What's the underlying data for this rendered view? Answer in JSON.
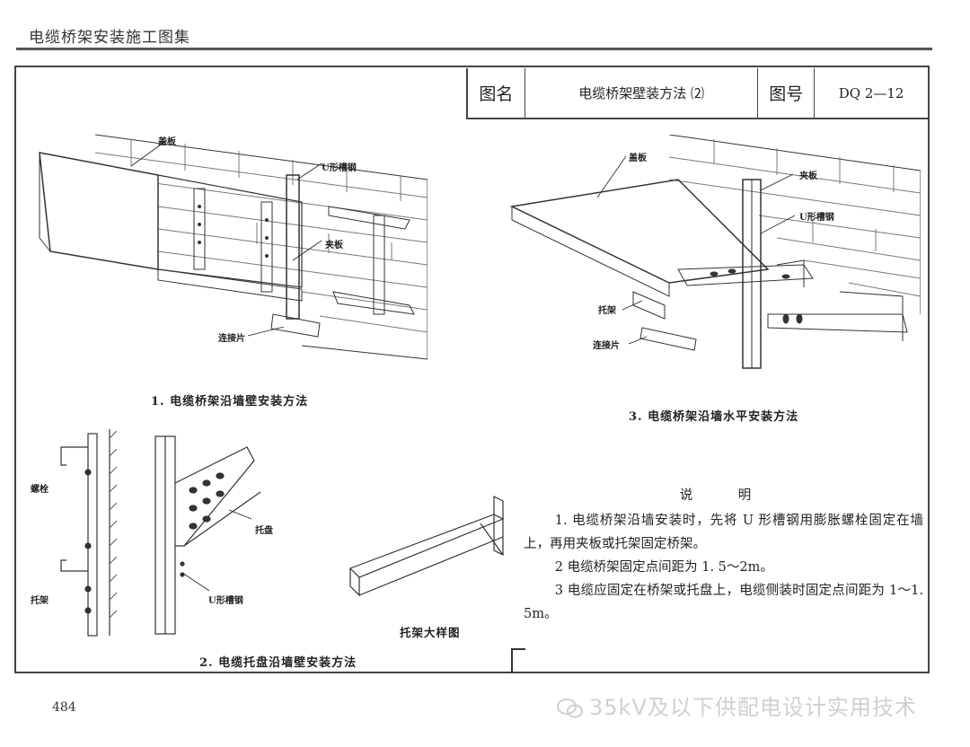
{
  "header": {
    "book_title": "电缆桥架安装施工图集"
  },
  "title_block": {
    "name_label": "图名",
    "name_value": "电缆桥架壁装方法 ⑵",
    "number_label": "图号",
    "number_value": "DQ 2—12"
  },
  "figure1": {
    "caption": "1. 电缆桥架沿墙壁安装方法",
    "labels": {
      "cover": "盖板",
      "channel": "U形槽钢",
      "clamp": "夹板",
      "connector": "连接片"
    }
  },
  "figure2": {
    "caption": "2. 电缆托盘沿墙壁安装方法",
    "labels": {
      "bolt": "螺栓",
      "bracket": "托架",
      "tray": "托盘",
      "channel": "U形槽钢"
    }
  },
  "figure3": {
    "caption": "3. 电缆桥架沿墙水平安装方法",
    "labels": {
      "cover": "盖板",
      "clamp": "夹板",
      "channel": "U形槽钢",
      "bracket": "托架",
      "connector": "连接片"
    }
  },
  "detail": {
    "caption": "托架大样图"
  },
  "notes": {
    "title": "说　明",
    "items": [
      "1. 电缆桥架沿墙安装时，先将 U 形槽钢用膨胀螺栓固定在墙上，再用夹板或托架固定桥架。",
      "2  电缆桥架固定点间距为 1. 5～2m。",
      "3  电缆应固定在桥架或托盘上，电缆侧装时固定点间距为 1～1. 5m。"
    ]
  },
  "page_number": "484",
  "watermark": "35kV及以下供配电设计实用技术"
}
